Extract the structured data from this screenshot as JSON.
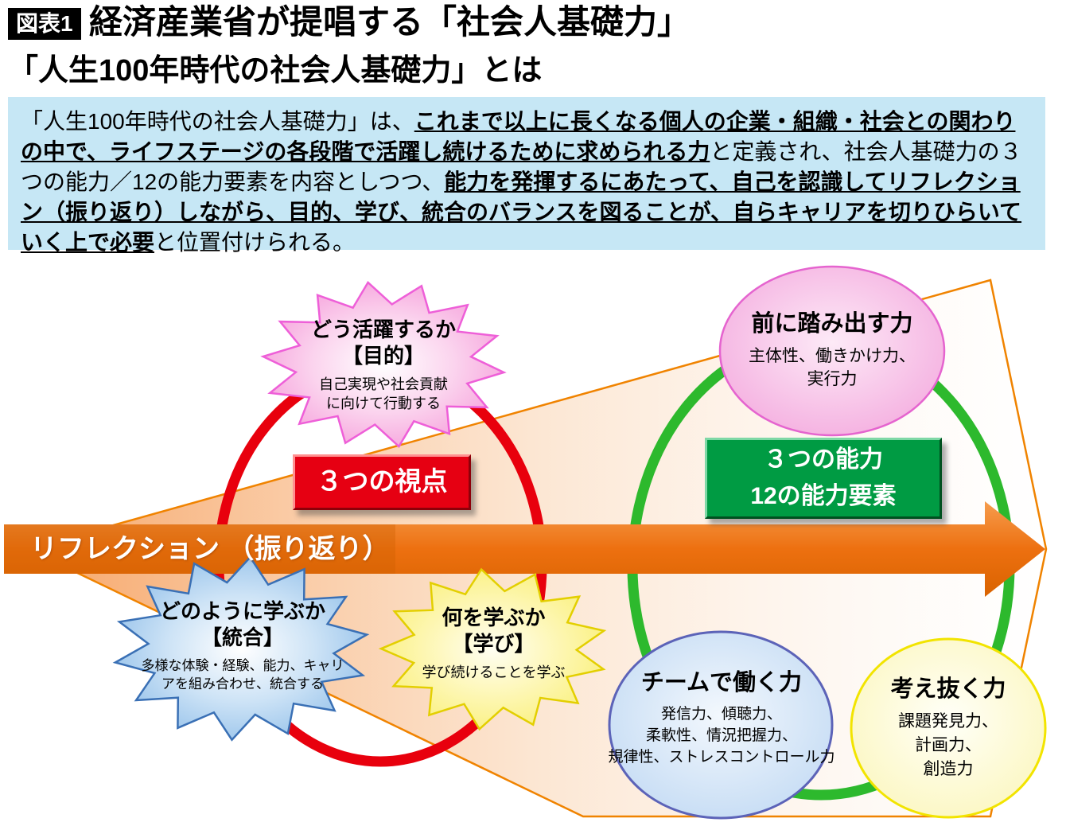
{
  "header": {
    "figure_label": "図表1",
    "title": "経済産業省が提唱する「社会人基礎力」",
    "subtitle": "「人生100年時代の社会人基礎力」とは"
  },
  "intro": {
    "segments": [
      {
        "text": "「人生100年時代の社会人基礎力」は、",
        "emphasis": false
      },
      {
        "text": "これまで以上に長くなる個人の企業・組織・社会との関わりの中で、ライフステージの各段階で活躍し続けるために求められる力",
        "emphasis": true
      },
      {
        "text": "と定義され、社会人基礎力の３つの能力／12の能力要素を内容としつつ、",
        "emphasis": false
      },
      {
        "text": "能力を発揮するにあたって、自己を認識してリフレクション（振り返り）しながら、目的、学び、統合のバランスを図ることが、自らキャリアを切りひらいていく上で必要",
        "emphasis": true
      },
      {
        "text": "と位置付けられる。",
        "emphasis": false
      }
    ]
  },
  "diagram": {
    "reflection_arrow": {
      "label": "リフレクション （振り返り）"
    },
    "three_viewpoints_box": {
      "label": "３つの視点"
    },
    "three_abilities_box": {
      "line1": "３つの能力",
      "line2": "12の能力要素"
    },
    "purpose_burst": {
      "title": "どう活躍するか",
      "subtitle": "【目的】",
      "body_line1": "自己実現や社会貢献",
      "body_line2": "に向けて行動する"
    },
    "integration_burst": {
      "title": "どのように学ぶか",
      "subtitle": "【統合】",
      "body_line1": "多様な体験・経験、能力、キャリ",
      "body_line2": "アを組み合わせ、統合する"
    },
    "learning_burst": {
      "title": "何を学ぶか",
      "subtitle": "【学び】",
      "body_line1": "学び続けることを学ぶ"
    },
    "step_forward_ellipse": {
      "title": "前に踏み出す力",
      "body_line1": "主体性、働きかけ力、",
      "body_line2": "実行力"
    },
    "teamwork_ellipse": {
      "title": "チームで働く力",
      "body_line1": "発信力、傾聴力、",
      "body_line2": "柔軟性、情況把握力、",
      "body_line3": "規律性、ストレスコントロール力"
    },
    "thinking_ellipse": {
      "title": "考え抜く力",
      "body_line1": "課題発見力、",
      "body_line2": "計画力、",
      "body_line3": "創造力"
    },
    "colors": {
      "red_circle": "#e8000d",
      "green_circle": "#2db92d",
      "orange_arrow": "#ed7010",
      "red_box": "#e60012",
      "green_box": "#009b43",
      "intro_box_bg": "#c6e7f5",
      "pink_accent": "#ee5fd8",
      "blue_accent": "#3a70b5",
      "yellow_accent": "#e3cf00"
    }
  }
}
